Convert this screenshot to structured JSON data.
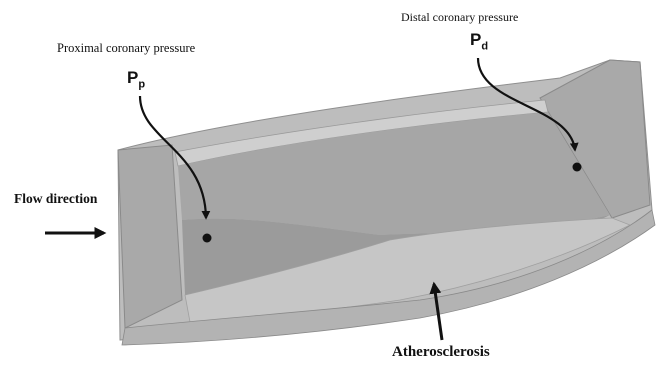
{
  "labels": {
    "distal_pressure": "Distal coronary pressure",
    "proximal_pressure": "Proximal coronary pressure",
    "pd_symbol": "P",
    "pd_subscript": "d",
    "pp_symbol": "P",
    "pp_subscript": "p",
    "flow_direction": "Flow direction",
    "atherosclerosis": "Atherosclerosis"
  },
  "colors": {
    "vessel_wall": "#b9b9b9",
    "vessel_wall_dark": "#8f8f8f",
    "lumen_upper": "#a6a6a6",
    "lumen_lower": "#9a9a9a",
    "plaque": "#c6c6c6",
    "text": "#111111",
    "marker": "#111111"
  },
  "icons": {
    "flow_arrow": "right-arrow-icon",
    "plaque_pointer": "up-arrow-icon",
    "pressure_point": "measurement-dot-icon"
  }
}
